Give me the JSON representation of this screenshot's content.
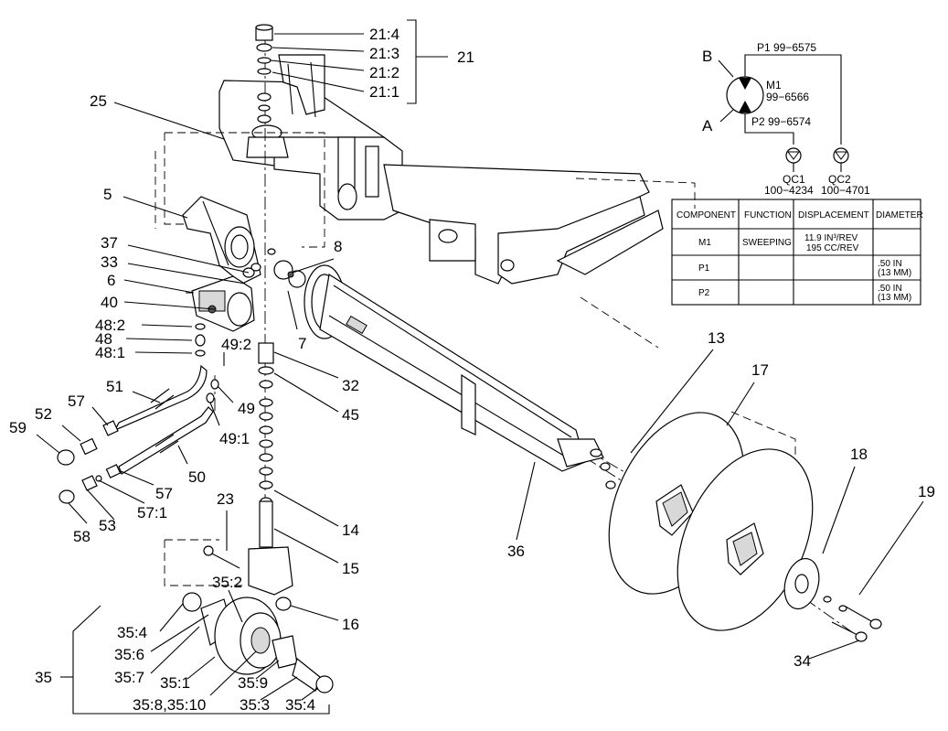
{
  "callouts": {
    "c21_4": "21:4",
    "c21_3": "21:3",
    "c21_2": "21:2",
    "c21_1": "21:1",
    "c21": "21",
    "c25": "25",
    "c5": "5",
    "c37": "37",
    "c33": "33",
    "c6": "6",
    "c40": "40",
    "c48_2": "48:2",
    "c48": "48",
    "c48_1": "48:1",
    "c49_2": "49:2",
    "c49": "49",
    "c49_1": "49:1",
    "c51": "51",
    "c57a": "57",
    "c52": "52",
    "c59": "59",
    "c50": "50",
    "c57b": "57",
    "c57_1": "57:1",
    "c53": "53",
    "c58": "58",
    "c23": "23",
    "c8": "8",
    "c7": "7",
    "c32": "32",
    "c45": "45",
    "c14": "14",
    "c15": "15",
    "c16": "16",
    "c35_2": "35:2",
    "c35_4a": "35:4",
    "c35_6": "35:6",
    "c35_7": "35:7",
    "c35_1": "35:1",
    "c35_9": "35:9",
    "c35_8_10": "35:8,35:10",
    "c35_3": "35:3",
    "c35_4b": "35:4",
    "c35": "35",
    "c36": "36",
    "c13": "13",
    "c17": "17",
    "c18": "18",
    "c19": "19",
    "c34": "34"
  },
  "schematic": {
    "b": "B",
    "a": "A",
    "p1": "P1 99−6575",
    "p2": "P2 99−6574",
    "m1_name": "M1",
    "m1_part": "99−6566",
    "qc1_name": "QC1",
    "qc1_part": "100−4234",
    "qc2_name": "QC2",
    "qc2_part": "100−4701"
  },
  "spec_table": {
    "headers": [
      "COMPONENT",
      "FUNCTION",
      "DISPLACEMENT",
      "DIAMETER"
    ],
    "rows": [
      {
        "component": "M1",
        "function": "SWEEPING",
        "displacement_line1": "11.9 IN³/REV",
        "displacement_line2": "195 CC/REV",
        "diameter_line1": "",
        "diameter_line2": ""
      },
      {
        "component": "P1",
        "function": "",
        "displacement_line1": "",
        "displacement_line2": "",
        "diameter_line1": ".50 IN",
        "diameter_line2": "(13 MM)"
      },
      {
        "component": "P2",
        "function": "",
        "displacement_line1": "",
        "displacement_line2": "",
        "diameter_line1": ".50 IN",
        "diameter_line2": "(13 MM)"
      }
    ]
  }
}
